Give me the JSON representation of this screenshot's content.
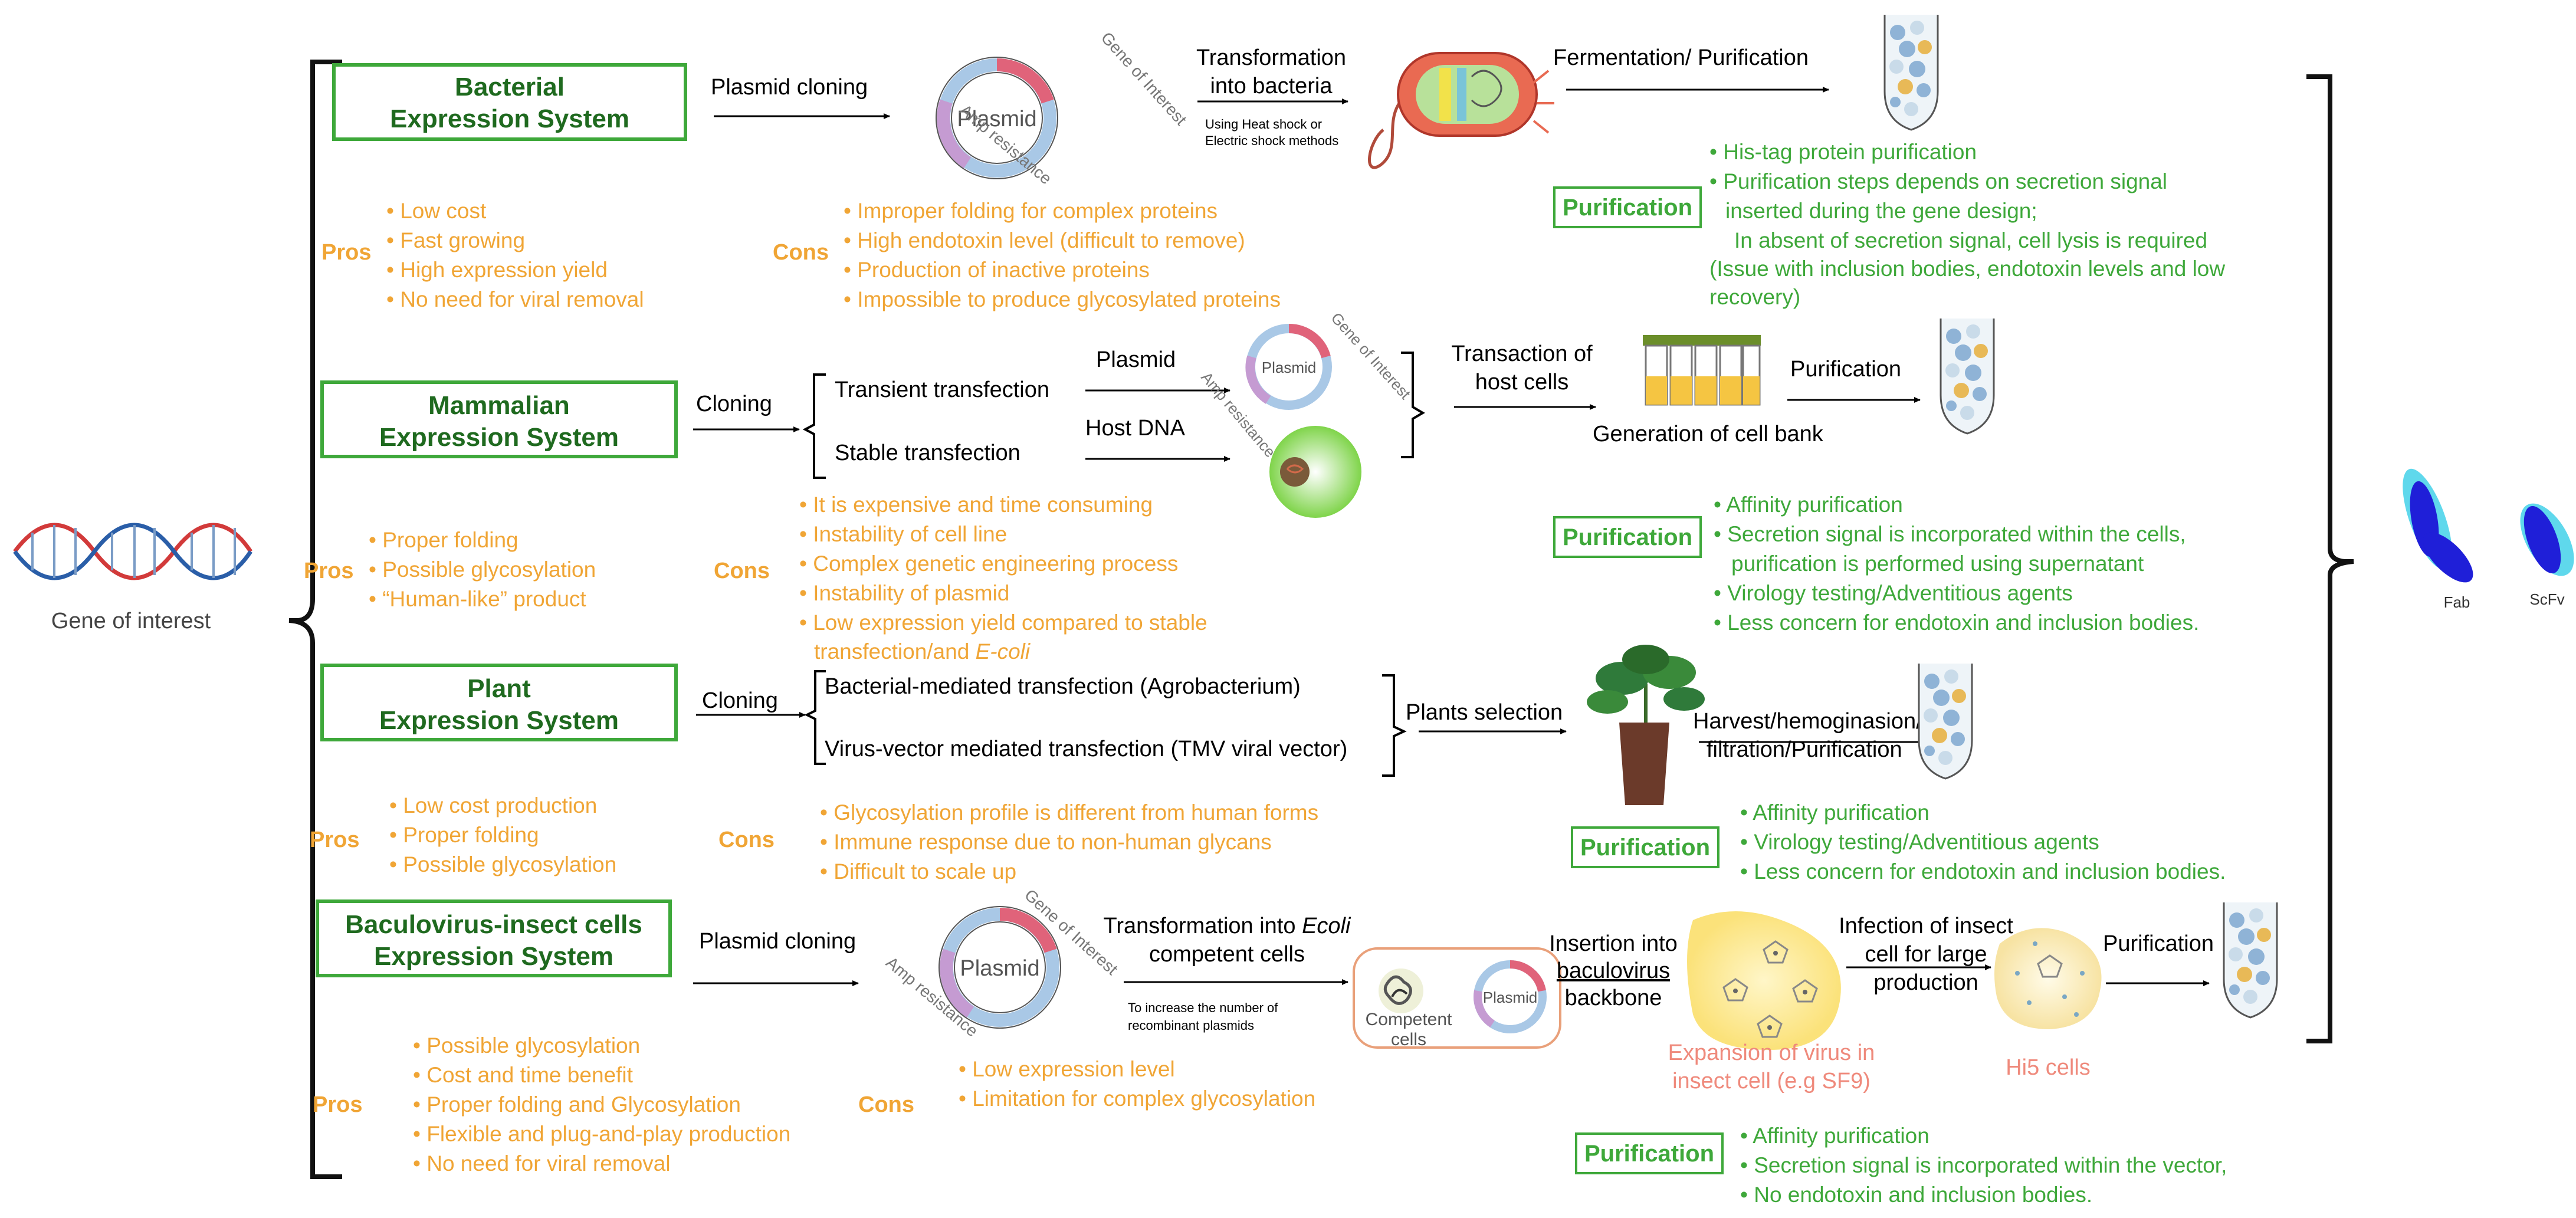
{
  "gene": {
    "label": "Gene of interest"
  },
  "bacterial": {
    "title1": "Bacterial",
    "title2": "Expression System",
    "step1": "Plasmid cloning",
    "plasmid": "Plasmid",
    "goi": "Gene of Interest",
    "amp": "Amp resistance",
    "step2a": "Transformation",
    "step2b": "into bacteria",
    "note1": "Using Heat shock or",
    "note2": "Electric shock  methods",
    "step3": "Fermentation/ Purification",
    "pros_label": "Pros",
    "pros": [
      "Low cost",
      "Fast growing",
      "High expression yield",
      "No need for viral removal"
    ],
    "cons_label": "Cons",
    "cons": [
      "Improper folding for complex proteins",
      "High endotoxin level (difficult to remove)",
      "Production of inactive proteins",
      "Impossible to produce glycosylated proteins"
    ],
    "purif_label": "Purification",
    "purif": [
      "His-tag protein purification",
      "Purification steps depends on secretion signal"
    ],
    "purif_cont": [
      "inserted during the gene design;",
      "In absent of secretion signal, cell lysis is required",
      "(Issue with inclusion bodies, endotoxin levels and low",
      "recovery)"
    ]
  },
  "mammalian": {
    "title1": "Mammalian",
    "title2": "Expression System",
    "cloning": "Cloning",
    "transient": "Transient transfection",
    "stable": "Stable transfection",
    "plasmid_label": "Plasmid",
    "host_dna": "Host DNA",
    "plasmid": "Plasmid",
    "goi": "Gene of Interest",
    "amp": "Amp resistance",
    "trans1": "Transaction of",
    "trans2": "host cells",
    "cellbank": "Generation of cell bank",
    "purification_step": "Purification",
    "pros_label": "Pros",
    "pros": [
      "Proper folding",
      "Possible glycosylation",
      "“Human-like” product"
    ],
    "cons_label": "Cons",
    "cons": [
      "It is expensive and time consuming",
      "Instability of cell line",
      "Complex genetic engineering process",
      "Instability of plasmid",
      "Low expression yield compared to stable"
    ],
    "cons_cont": "transfection/and",
    "cons_ecoli": "E-coli",
    "purif_label": "Purification",
    "purif": [
      "Affinity purification",
      "Secretion signal is incorporated within the cells,"
    ],
    "purif_cont": "purification is performed using supernatant",
    "purif2": [
      "Virology testing/Adventitious agents",
      "Less concern for endotoxin and inclusion bodies."
    ]
  },
  "plant": {
    "title1": "Plant",
    "title2": "Expression System",
    "cloning": "Cloning",
    "opt1": "Bacterial-mediated transfection (Agrobacterium)",
    "opt2": "Virus-vector mediated transfection (TMV viral vector)",
    "selection": "Plants selection",
    "harvest1": "Harvest/hemoginasion/",
    "harvest2": "filtration/Purification",
    "pros_label": "Pros",
    "pros": [
      "Low cost production",
      "Proper folding",
      "Possible glycosylation"
    ],
    "cons_label": "Cons",
    "cons": [
      "Glycosylation profile is different from human forms",
      "Immune response due to non-human glycans",
      "Difficult to scale up"
    ],
    "purif_label": "Purification",
    "purif": [
      "Affinity purification",
      "Virology testing/Adventitious agents",
      "Less concern for endotoxin and inclusion bodies."
    ]
  },
  "baculo": {
    "title1": "Baculovirus-insect cells",
    "title2": "Expression System",
    "step1": "Plasmid cloning",
    "plasmid": "Plasmid",
    "goi": "Gene of Interest",
    "amp": "Amp resistance",
    "step2a": "Transformation into",
    "step2_ecoli": "Ecoli",
    "step2b": "competent cells",
    "note1": "To increase the number of",
    "note2": "recombinant plasmids",
    "competent1": "Competent",
    "competent2": "cells",
    "small_plasmid": "Plasmid",
    "insert1": "Insertion into",
    "insert2": "baculovirus",
    "insert3": "backbone",
    "exp1": "Expansion of virus in",
    "exp2": "insect cell (e.g SF9)",
    "inf1": "Infection of insect",
    "inf2": "cell for large",
    "inf3": "production",
    "purification_step": "Purification",
    "hi5": "Hi5 cells",
    "pros_label": "Pros",
    "pros": [
      "Possible glycosylation",
      "Cost and time benefit",
      "Proper folding and Glycosylation",
      "Flexible and plug-and-play production",
      "No need for viral removal"
    ],
    "cons_label": "Cons",
    "cons": [
      "Low expression level",
      "Limitation for complex glycosylation"
    ],
    "purif_label": "Purification",
    "purif": [
      "Affinity purification",
      "Secretion signal is incorporated within the vector,",
      "No endotoxin and inclusion bodies."
    ]
  },
  "products": {
    "fab": "Fab",
    "scfv": "ScFv"
  },
  "colors": {
    "green": "#3ea83a",
    "dark_green": "#1f6a1f",
    "orange": "#f0a535",
    "pink": "#ef8a7c",
    "blue": "#1f1fd8",
    "cyan": "#5fd8ec"
  }
}
